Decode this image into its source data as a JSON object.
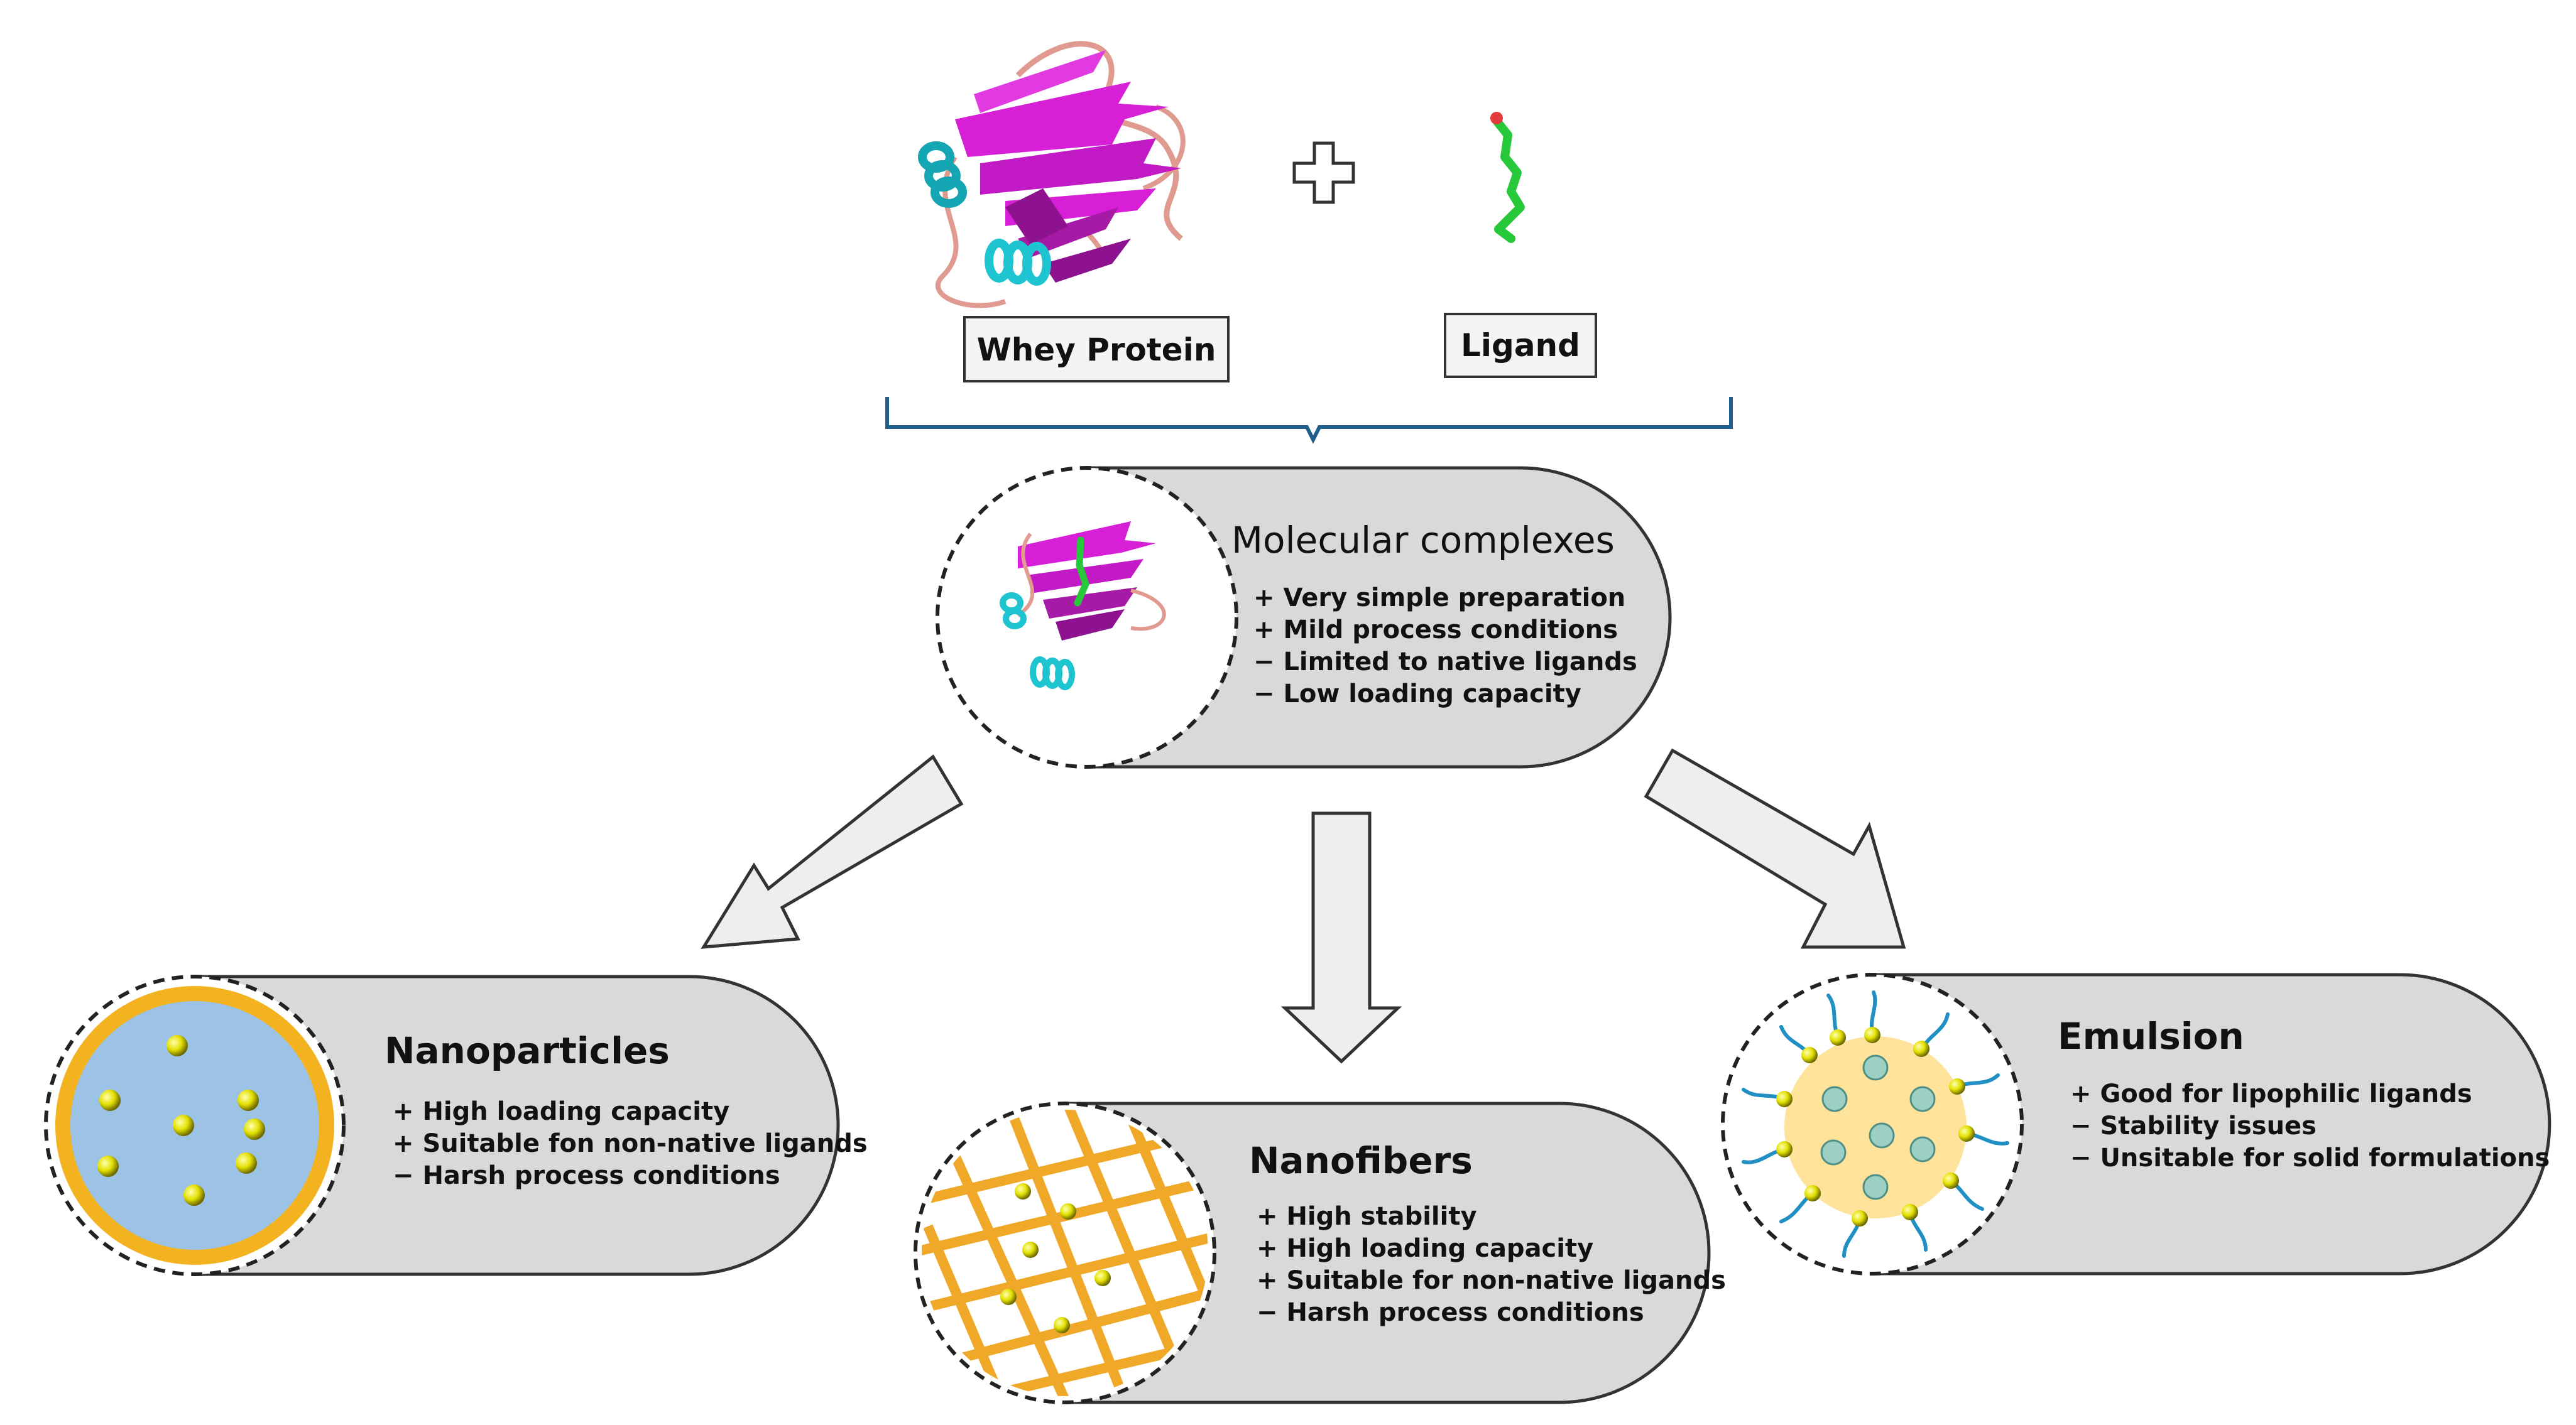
{
  "top": {
    "protein_label": "Whey Protein",
    "ligand_label": "Ligand"
  },
  "molecular": {
    "title": "Molecular complexes",
    "points": [
      "+ Very simple preparation",
      "+ Mild process conditions",
      "− Limited to native ligands",
      "− Low loading capacity"
    ]
  },
  "nanoparticles": {
    "title": "Nanoparticles",
    "points": [
      "+ High loading capacity",
      "+ Suitable fon non-native ligands",
      "− Harsh process conditions"
    ]
  },
  "nanofibers": {
    "title": "Nanofibers",
    "points": [
      "+ High stability",
      "+ High loading capacity",
      "+ Suitable for non-native ligands",
      "− Harsh process conditions"
    ]
  },
  "emulsion": {
    "title": "Emulsion",
    "points": [
      "+ Good for lipophilic ligands",
      "− Stability issues",
      "− Unsitable for solid formulations"
    ]
  },
  "colors": {
    "beta_sheet": "#d61fd6",
    "beta_sheet_dark": "#8e1290",
    "alpha_helix": "#1ec4cf",
    "loop": "#e09a90",
    "ligand": "#27c93a",
    "pill_fill": "#d9d9d9",
    "arrow_fill": "#eeeeee",
    "bracket": "#1f5f8a",
    "nanoparticle_core": "#9cc3e6",
    "nanoparticle_shell": "#f3b320",
    "gold_sphere": "#e3e000",
    "fiber": "#f0a828",
    "emulsion_core": "#ffe39a",
    "emulsion_droplet": "#9ecfc4",
    "surfactant_tail": "#1f8fc4"
  },
  "icons": [
    "plus-icon",
    "whey-protein-icon",
    "ligand-molecule-icon",
    "arrow-down-left-icon",
    "arrow-down-icon",
    "arrow-down-right-icon"
  ]
}
